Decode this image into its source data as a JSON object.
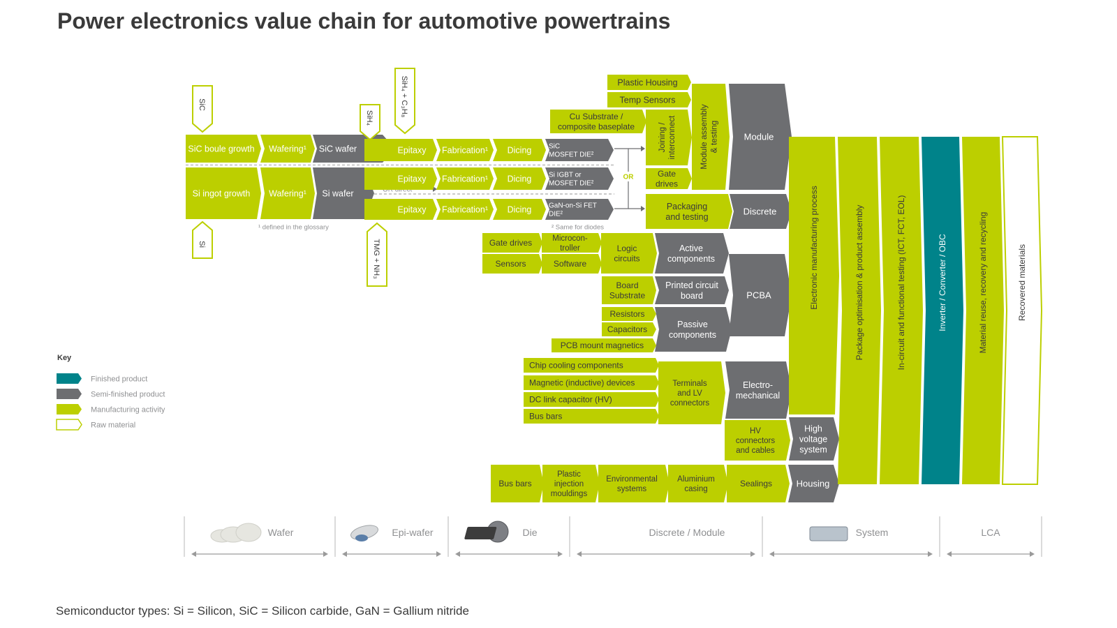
{
  "title": "Power electronics value chain for automotive powertrains",
  "footnote": "Semiconductor types: Si = Silicon, SiC = Silicon carbide, GaN = Gallium nitride",
  "colors": {
    "manufacturing": "#bccf00",
    "semi_finished": "#6d6e71",
    "finished": "#00838a",
    "raw_outline": "#bccf00",
    "text_dark": "#3a3a3a",
    "text_light": "#ffffff",
    "muted": "#8f9092"
  },
  "key": {
    "title": "Key",
    "items": [
      "Finished product",
      "Semi-finished product",
      "Manufacturing activity",
      "Raw material"
    ]
  },
  "raw_materials": {
    "sic": "SiC",
    "si": "Si",
    "sih4": "SiH₄",
    "sih4_c3h8": "SiH₄ + C₃H₈",
    "tmg_nh3": "TMG + NH₃"
  },
  "wafer_chain": {
    "sic_boule": "SiC boule growth",
    "wafering_sic": "Wafering¹",
    "sic_wafer": "SiC wafer",
    "si_ingot": "Si ingot growth",
    "wafering_si": "Wafering¹",
    "si_wafer": "Si wafer",
    "or_direct": "OR direct",
    "glossary_note": "¹ defined in the glossary"
  },
  "die_rows": [
    {
      "epitaxy": "Epitaxy",
      "fabrication": "Fabrication¹",
      "dicing": "Dicing",
      "die": [
        "SiC",
        "MOSFET DIE²"
      ]
    },
    {
      "epitaxy": "Epitaxy",
      "fabrication": "Fabrication¹",
      "dicing": "Dicing",
      "die": [
        "Si IGBT or",
        "MOSFET DIE²"
      ]
    },
    {
      "epitaxy": "Epitaxy",
      "fabrication": "Fabrication¹",
      "dicing": "Dicing",
      "die": [
        "GaN-on-Si FET",
        "DIE²"
      ]
    }
  ],
  "diodes_note": "² Same for diodes",
  "or_label": "OR",
  "module_section": {
    "plastic_housing": "Plastic Housing",
    "temp_sensors": "Temp Sensors",
    "cu_substrate": [
      "Cu Substrate /",
      "composite baseplate"
    ],
    "joining": [
      "Joining /",
      "interconnect"
    ],
    "gate_drives": [
      "Gate",
      "drives"
    ],
    "module_assembly": [
      "Module assembly",
      "& testing"
    ],
    "module": "Module",
    "packaging": [
      "Packaging",
      "and testing"
    ],
    "discrete": "Discrete"
  },
  "pcba_section": {
    "gate_drives": "Gate drives",
    "microcontroller": [
      "Microcon-",
      "troller"
    ],
    "sensors": "Sensors",
    "software": "Software",
    "logic_circuits": [
      "Logic",
      "circuits"
    ],
    "active_components": [
      "Active",
      "components"
    ],
    "board_substrate": [
      "Board",
      "Substrate"
    ],
    "printed_circuit_board": [
      "Printed circuit",
      "board"
    ],
    "pcba": "PCBA",
    "resistors": "Resistors",
    "capacitors": "Capacitors",
    "passive_components": [
      "Passive",
      "components"
    ],
    "pcb_mount_magnetics": "PCB mount magnetics"
  },
  "electromech_section": {
    "chip_cooling": "Chip cooling components",
    "magnetic_devices": "Magnetic (inductive) devices",
    "dc_link": "DC link capacitor (HV)",
    "bus_bars": "Bus bars",
    "terminals": [
      "Terminals",
      "and LV",
      "connectors"
    ],
    "electromechanical": [
      "Electro-",
      "mechanical"
    ],
    "hv_connectors": [
      "HV",
      "connectors",
      "and cables"
    ],
    "high_voltage_system": [
      "High",
      "voltage",
      "system"
    ]
  },
  "housing_section": {
    "bus_bars": "Bus bars",
    "plastic_injection": [
      "Plastic",
      "injection",
      "mouldings"
    ],
    "environmental": [
      "Environmental",
      "systems"
    ],
    "aluminium_casing": [
      "Aluminium",
      "casing"
    ],
    "sealings": "Sealings",
    "housing": "Housing"
  },
  "system_columns": [
    "Electronic manufacturing process",
    "Package optimisation & product assembly",
    "In-circuit and functional testing (ICT, FCT, EOL)",
    "Inverter / Converter / OBC",
    "Material reuse, recovery and recycling",
    "Recovered materials"
  ],
  "stages": [
    "Wafer",
    "Epi-wafer",
    "Die",
    "Discrete / Module",
    "System",
    "LCA"
  ],
  "stage_icons": [
    "wafer-stack-icon",
    "epi-wafer-icon",
    "die-icon",
    "module-icon",
    "system-box-icon"
  ]
}
